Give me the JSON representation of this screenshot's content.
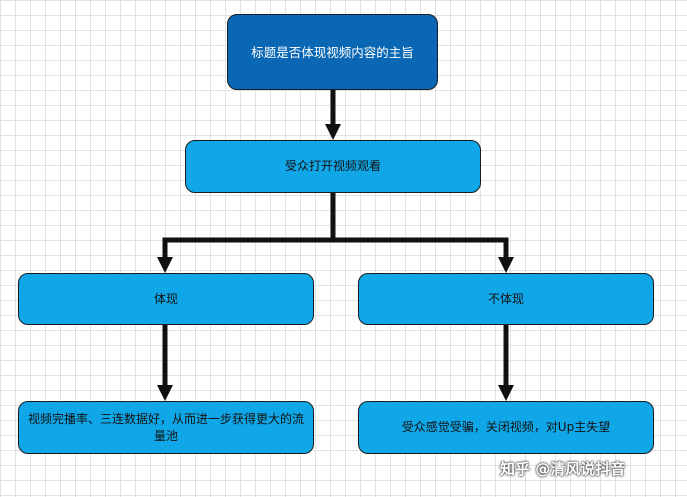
{
  "nodes": {
    "top": "标题是否体现视频内容的主旨",
    "open": "受众打开视频观看",
    "yes": "体现",
    "no": "不体现",
    "yes_result": "视频完播率、三连数据好，从而进一步获得更大的流量池",
    "no_result": "受众感觉受骗，关闭视频，对Up主失望"
  },
  "watermark": "知乎 @清风说抖音",
  "colors": {
    "top_fill": "#0a67b3",
    "node_fill": "#10a7e8",
    "arrow": "#111111"
  }
}
